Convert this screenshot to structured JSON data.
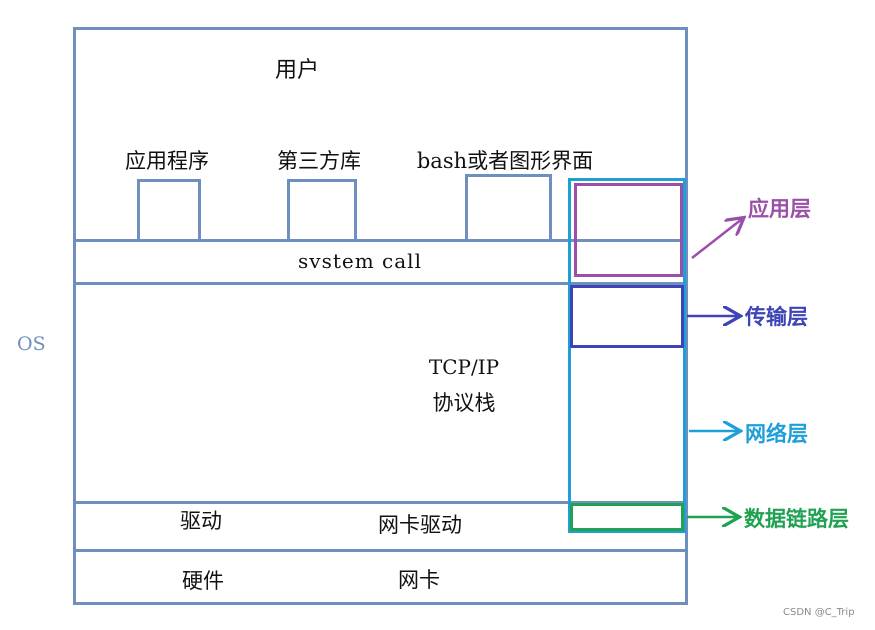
{
  "os_label": "OS",
  "user": "用户",
  "apps": [
    "应用程序",
    "第三方库",
    "bash或者图形界面"
  ],
  "system_call": "svstem call",
  "tcpip": {
    "line1": "TCP/IP",
    "line2": "协议栈"
  },
  "driver_row": {
    "left": "驱动",
    "center": "网卡驱动"
  },
  "hardware_row": {
    "left": "硬件",
    "center": "网卡"
  },
  "layers": [
    {
      "label": "应用层",
      "color": "#9B4FA8"
    },
    {
      "label": "传输层",
      "color": "#3D44B5"
    },
    {
      "label": "网络层",
      "color": "#1E9FD8"
    },
    {
      "label": "数据链路层",
      "color": "#21A152"
    }
  ],
  "colors": {
    "frame": "#6F8FBE",
    "network_stack": "#1E9FD8",
    "os_text": "#6F8FBE"
  },
  "watermark": "CSDN @C_Trip"
}
